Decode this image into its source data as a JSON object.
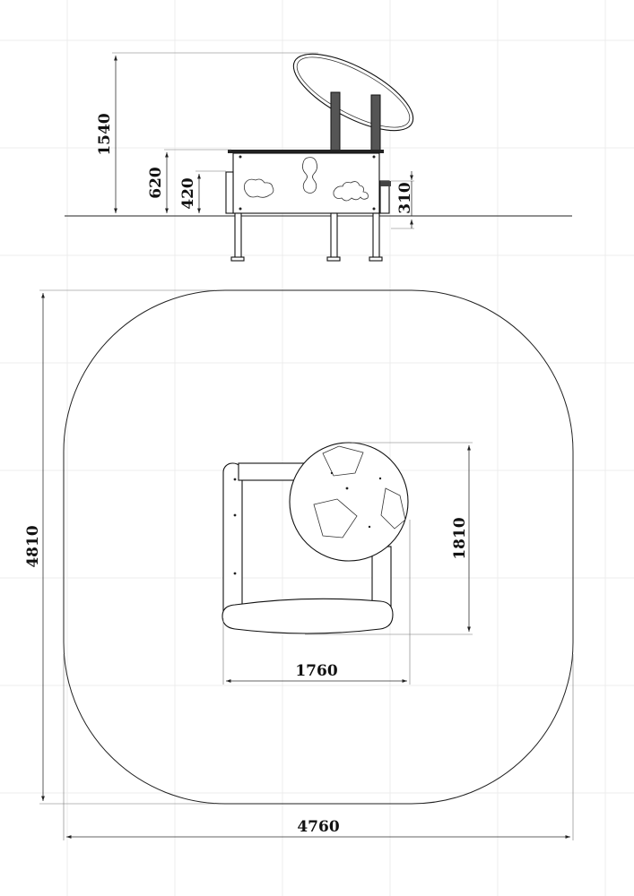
{
  "dimensions": {
    "height_total": "1540",
    "height_table": "620",
    "height_seat": "420",
    "height_side": "310",
    "depth_unit": "1810",
    "width_unit": "1760",
    "zone_depth": "4810",
    "zone_width": "4760"
  }
}
